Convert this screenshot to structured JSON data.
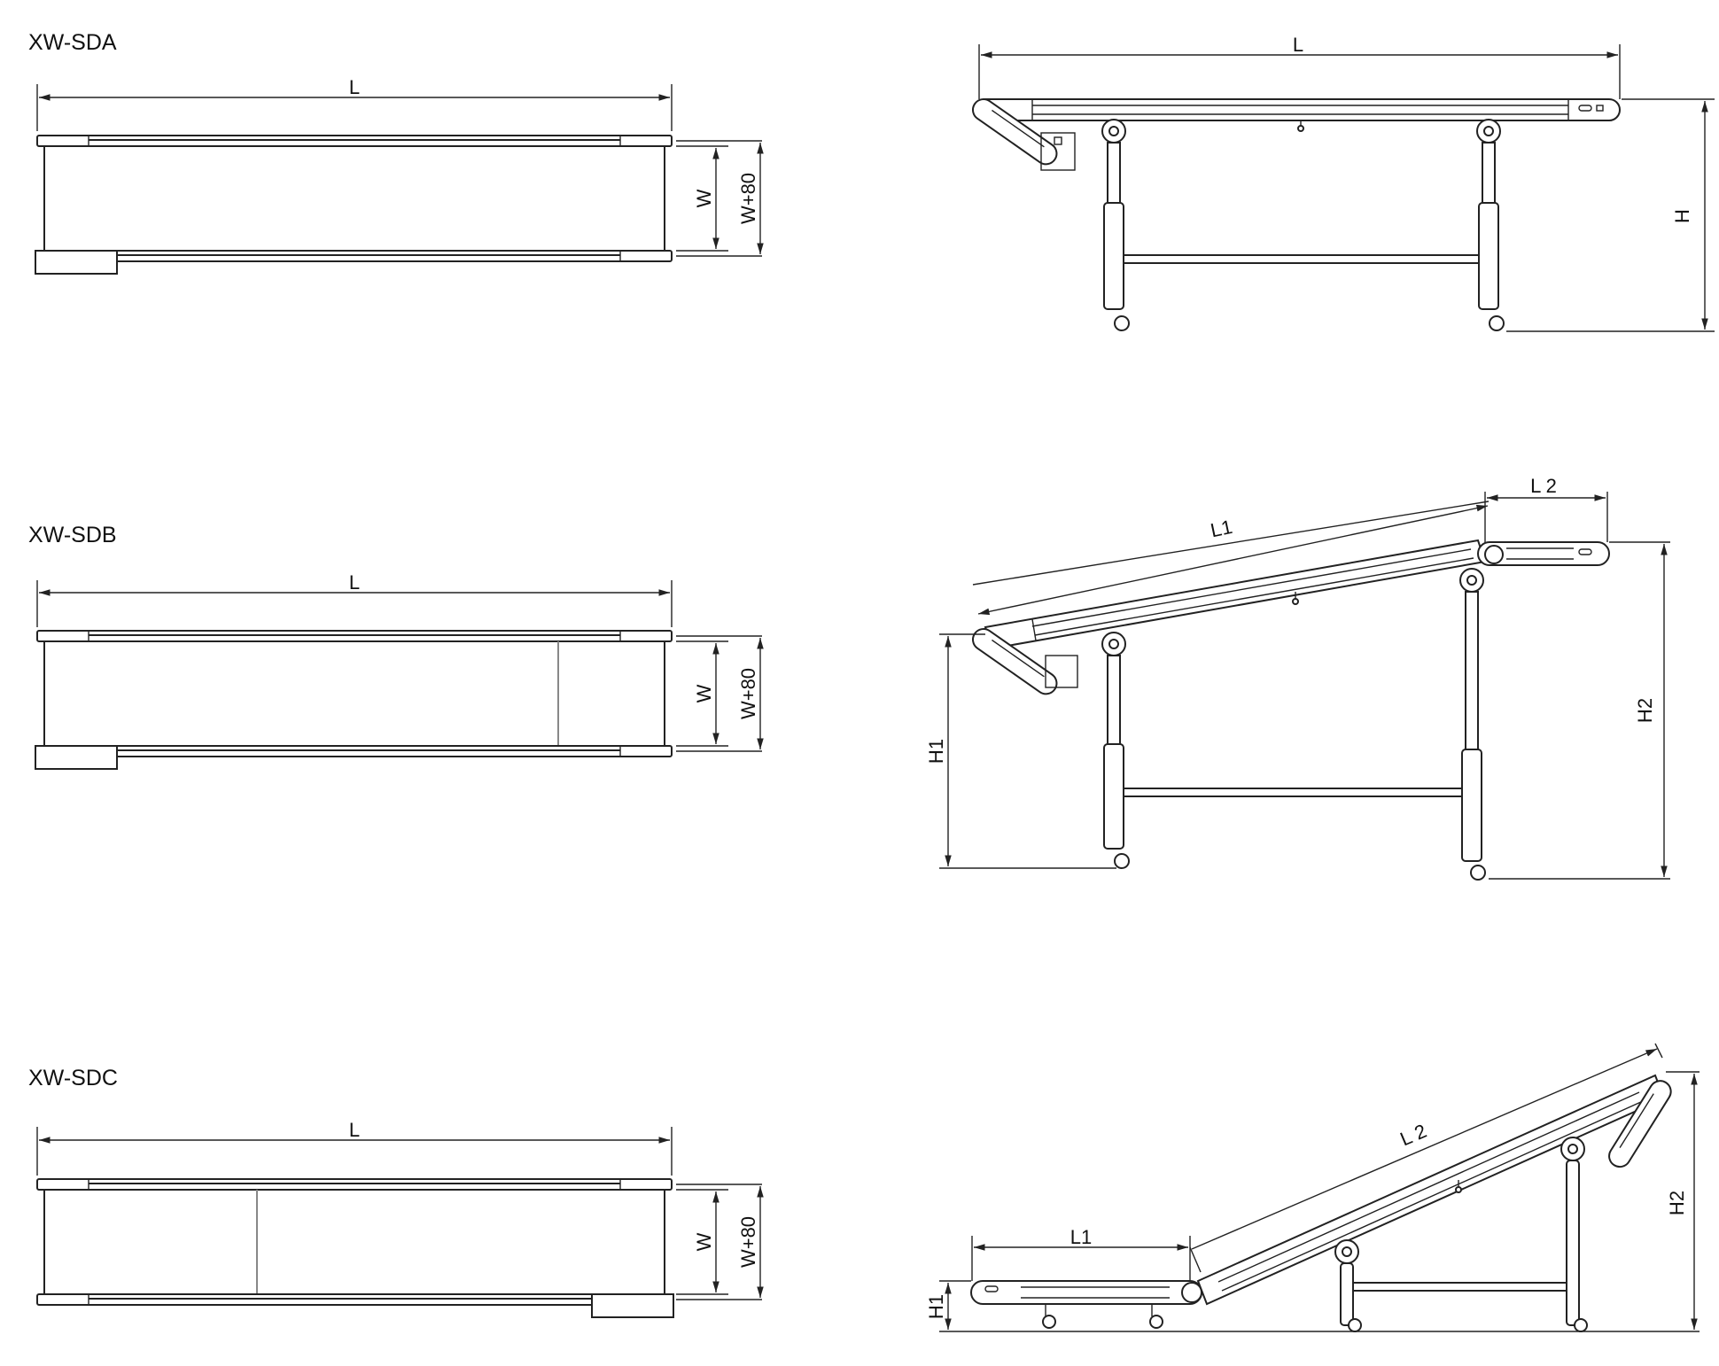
{
  "models": [
    {
      "name": "XW-SDA",
      "plan": {
        "length_label": "L",
        "width_label": "W",
        "overall_width_label": "W+80"
      },
      "side": {
        "length_label": "L",
        "height_label": "H"
      }
    },
    {
      "name": "XW-SDB",
      "plan": {
        "length_label": "L",
        "width_label": "W",
        "overall_width_label": "W+80"
      },
      "side": {
        "length1_label": "L1",
        "length2_label": "L 2",
        "height1_label": "H1",
        "height2_label": "H2"
      }
    },
    {
      "name": "XW-SDC",
      "plan": {
        "length_label": "L",
        "width_label": "W",
        "overall_width_label": "W+80"
      },
      "side": {
        "length1_label": "L1",
        "length2_label": "L 2",
        "height1_label": "H1",
        "height2_label": "H2"
      }
    }
  ],
  "colors": {
    "line": "#222222",
    "background": "#ffffff",
    "joint": "#888888"
  }
}
